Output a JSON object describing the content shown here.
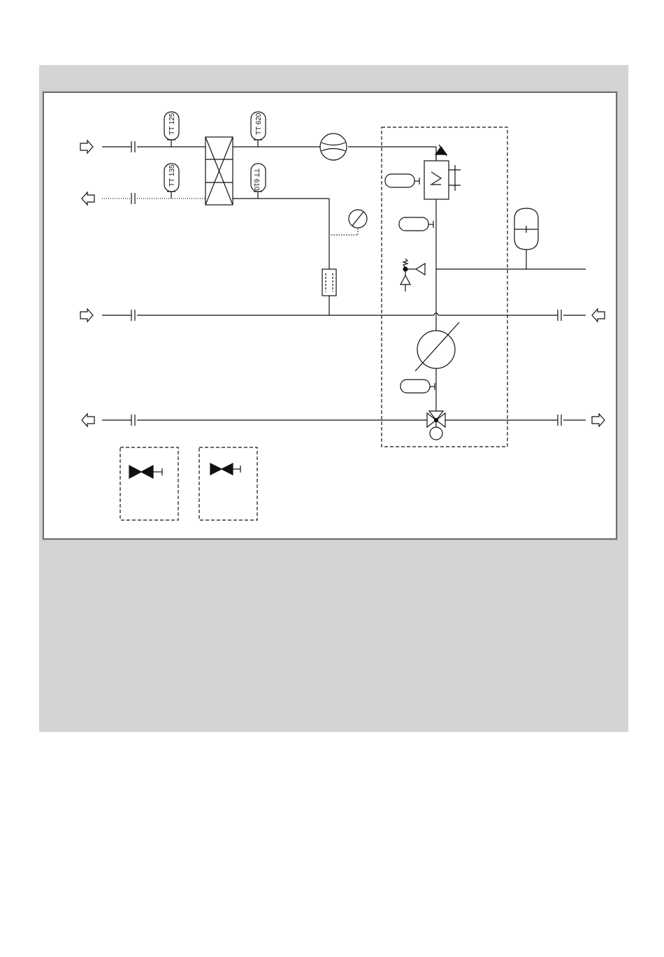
{
  "sensors": {
    "tt125": "TT 125",
    "tt135": "TT 135",
    "tt620": "TT 620",
    "tt610": "TT 610"
  },
  "colors": {
    "page": "#ffffff",
    "panel": "#d4d4d4",
    "frame_border": "#707070",
    "line": "#111111"
  },
  "icons": [
    "arrow-in-icon",
    "arrow-out-icon",
    "union-fitting-icon",
    "heat-exchanger-icon",
    "flow-meter-icon",
    "pressure-gauge-icon",
    "filter-icon",
    "air-vent-icon",
    "heater-element-icon",
    "safety-valve-icon",
    "pump-icon",
    "three-way-valve-icon",
    "expansion-vessel-icon",
    "two-way-valve-icon"
  ]
}
